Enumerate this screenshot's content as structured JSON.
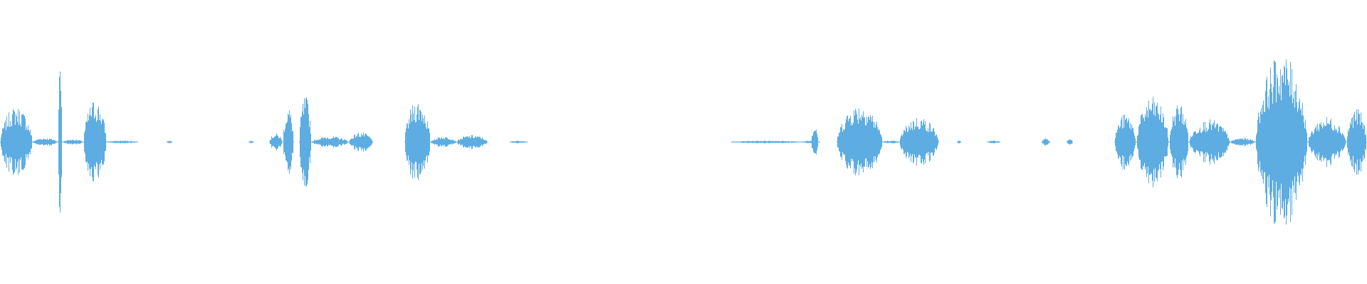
{
  "waveform": {
    "color": "#5dade2",
    "background": "#ffffff",
    "segments": [
      {
        "start": 0.0,
        "end": 0.024,
        "amp": 0.25
      },
      {
        "start": 0.024,
        "end": 0.042,
        "amp": 0.03
      },
      {
        "start": 0.042,
        "end": 0.046,
        "amp": 0.57
      },
      {
        "start": 0.046,
        "end": 0.061,
        "amp": 0.02
      },
      {
        "start": 0.061,
        "end": 0.078,
        "amp": 0.3
      },
      {
        "start": 0.078,
        "end": 0.101,
        "amp": 0.01
      },
      {
        "start": 0.122,
        "end": 0.126,
        "amp": 0.01
      },
      {
        "start": 0.182,
        "end": 0.186,
        "amp": 0.01
      },
      {
        "start": 0.197,
        "end": 0.207,
        "amp": 0.06
      },
      {
        "start": 0.207,
        "end": 0.215,
        "amp": 0.25
      },
      {
        "start": 0.219,
        "end": 0.228,
        "amp": 0.33
      },
      {
        "start": 0.228,
        "end": 0.255,
        "amp": 0.04
      },
      {
        "start": 0.255,
        "end": 0.273,
        "amp": 0.07
      },
      {
        "start": 0.296,
        "end": 0.315,
        "amp": 0.3
      },
      {
        "start": 0.315,
        "end": 0.334,
        "amp": 0.04
      },
      {
        "start": 0.334,
        "end": 0.357,
        "amp": 0.05
      },
      {
        "start": 0.373,
        "end": 0.386,
        "amp": 0.01
      },
      {
        "start": 0.535,
        "end": 0.587,
        "amp": 0.01
      },
      {
        "start": 0.587,
        "end": 0.6,
        "amp": 0.01
      },
      {
        "start": 0.593,
        "end": 0.599,
        "amp": 0.12
      },
      {
        "start": 0.612,
        "end": 0.646,
        "amp": 0.27
      },
      {
        "start": 0.646,
        "end": 0.658,
        "amp": 0.01
      },
      {
        "start": 0.658,
        "end": 0.687,
        "amp": 0.18
      },
      {
        "start": 0.7,
        "end": 0.703,
        "amp": 0.01
      },
      {
        "start": 0.722,
        "end": 0.732,
        "amp": 0.01
      },
      {
        "start": 0.762,
        "end": 0.768,
        "amp": 0.03
      },
      {
        "start": 0.78,
        "end": 0.785,
        "amp": 0.03
      },
      {
        "start": 0.815,
        "end": 0.831,
        "amp": 0.2
      },
      {
        "start": 0.831,
        "end": 0.855,
        "amp": 0.32
      },
      {
        "start": 0.855,
        "end": 0.87,
        "amp": 0.28
      },
      {
        "start": 0.87,
        "end": 0.9,
        "amp": 0.16
      },
      {
        "start": 0.9,
        "end": 0.918,
        "amp": 0.03
      },
      {
        "start": 0.918,
        "end": 0.957,
        "amp": 0.62
      },
      {
        "start": 0.957,
        "end": 0.985,
        "amp": 0.18
      },
      {
        "start": 0.985,
        "end": 1.0,
        "amp": 0.24
      }
    ]
  }
}
